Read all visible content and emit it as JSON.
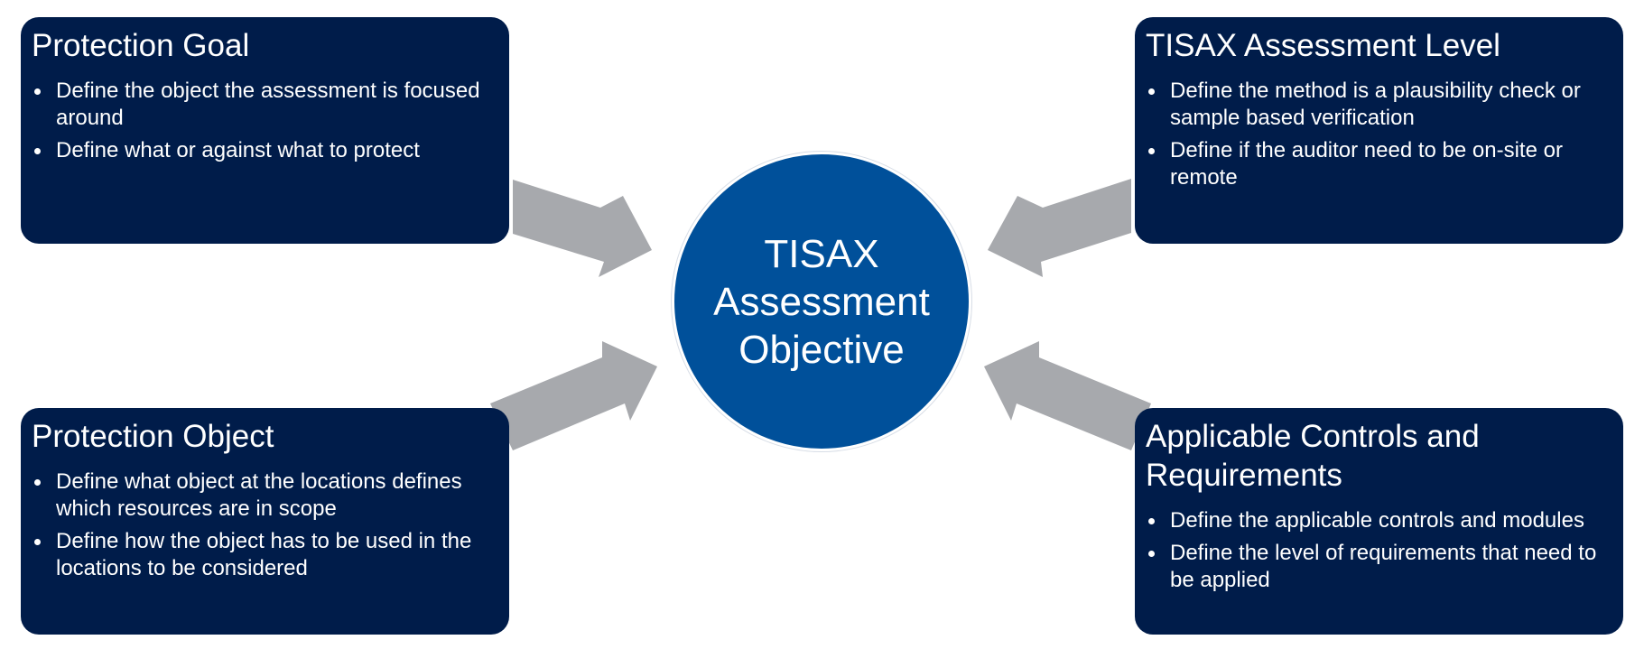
{
  "center": {
    "line1": "TISAX",
    "line2": "Assessment",
    "line3": "Objective"
  },
  "boxes": {
    "protection_goal": {
      "title": "Protection Goal",
      "bullets": [
        "Define the object the assessment is focused around",
        "Define what or against what to protect"
      ]
    },
    "assessment_level": {
      "title": "TISAX Assessment Level",
      "bullets": [
        "Define the method is a plausibility check or sample based verification",
        "Define if the auditor need to be on-site or remote"
      ]
    },
    "protection_object": {
      "title": "Protection Object",
      "bullets": [
        "Define what object at the locations defines which resources are in scope",
        "Define how the object has to be used in the locations to be considered"
      ]
    },
    "controls": {
      "title": "Applicable Controls and Requirements",
      "bullets": [
        "Define the applicable controls and modules",
        "Define the level of requirements that need to be applied"
      ]
    }
  },
  "colors": {
    "box_fill": "#001c4a",
    "circle_fill": "#00509a",
    "arrow_fill": "#a7a9ad",
    "text": "#ffffff"
  }
}
